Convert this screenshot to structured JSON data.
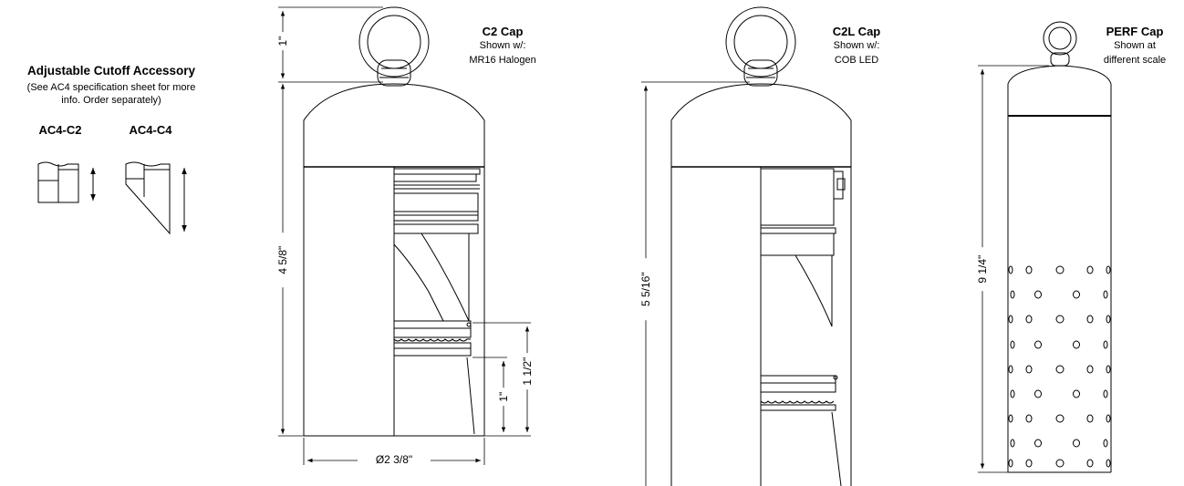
{
  "accessory": {
    "title": "Adjustable Cutoff Accessory",
    "note_line1": "(See AC4 specification sheet for more",
    "note_line2": "info. Order separately)",
    "variant_a": "AC4-C2",
    "variant_b": "AC4-C4"
  },
  "c2": {
    "title": "C2 Cap",
    "sub1": "Shown w/:",
    "sub2": "MR16 Halogen",
    "dim_cap": "1\"",
    "dim_body": "4 5/8\"",
    "dim_diameter": "Ø2 3/8\"",
    "dim_lamp_a": "1\"",
    "dim_lamp_b": "1 1/2\""
  },
  "c2l": {
    "title": "C2L Cap",
    "sub1": "Shown w/:",
    "sub2": "COB LED",
    "dim_body": "5 5/16\""
  },
  "perf": {
    "title": "PERF Cap",
    "sub1": "Shown at",
    "sub2": "different scale",
    "dim_body": "9 1/4\""
  }
}
